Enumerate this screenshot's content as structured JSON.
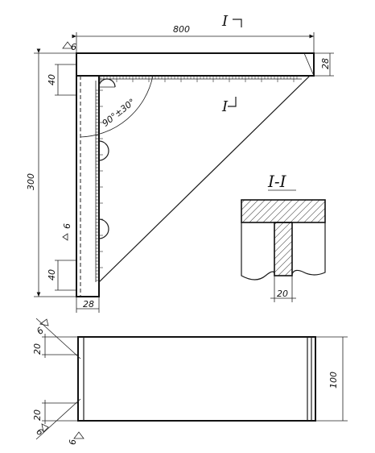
{
  "labels": {
    "dim_800": "800",
    "dim_300": "300",
    "dim_28_top": "28",
    "dim_28_bottom": "28",
    "dim_40_top": "40",
    "dim_40_bottom": "40",
    "dim_20_top": "20",
    "dim_20_bottom": "20",
    "dim_100": "100",
    "dim_20_section": "20",
    "angle": "90°±30°",
    "section_mark_top": "I",
    "section_mark_mid": "I",
    "section_title": "I-I",
    "weld_6_a": "6",
    "weld_6_b": "6",
    "weld_6_c": "6",
    "weld_6_d": "6",
    "weld_6_e": "6"
  }
}
